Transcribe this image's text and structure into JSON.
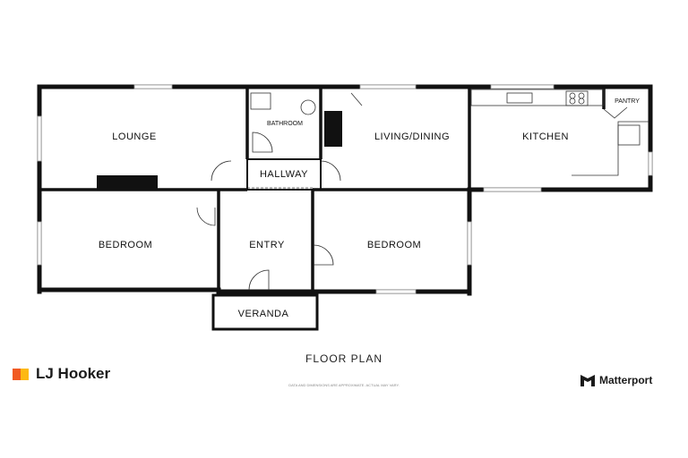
{
  "rooms": {
    "lounge": "LOUNGE",
    "bathroom": "BATHROOM",
    "living_dining": "LIVING/DINING",
    "kitchen": "KITCHEN",
    "pantry": "PANTRY",
    "hallway": "HALLWAY",
    "bedroom_left": "BEDROOM",
    "entry": "ENTRY",
    "bedroom_right": "BEDROOM",
    "veranda": "VERANDA"
  },
  "title": "FLOOR PLAN",
  "disclaimer": "DATA AND DIMENSIONS ARE APPROXIMATE. ACTUAL MAY VARY.",
  "brand": {
    "name": "LJ Hooker",
    "colors": [
      "#f15a22",
      "#fdb913"
    ]
  },
  "provider": {
    "name": "Matterport"
  },
  "wall_color": "#111111"
}
